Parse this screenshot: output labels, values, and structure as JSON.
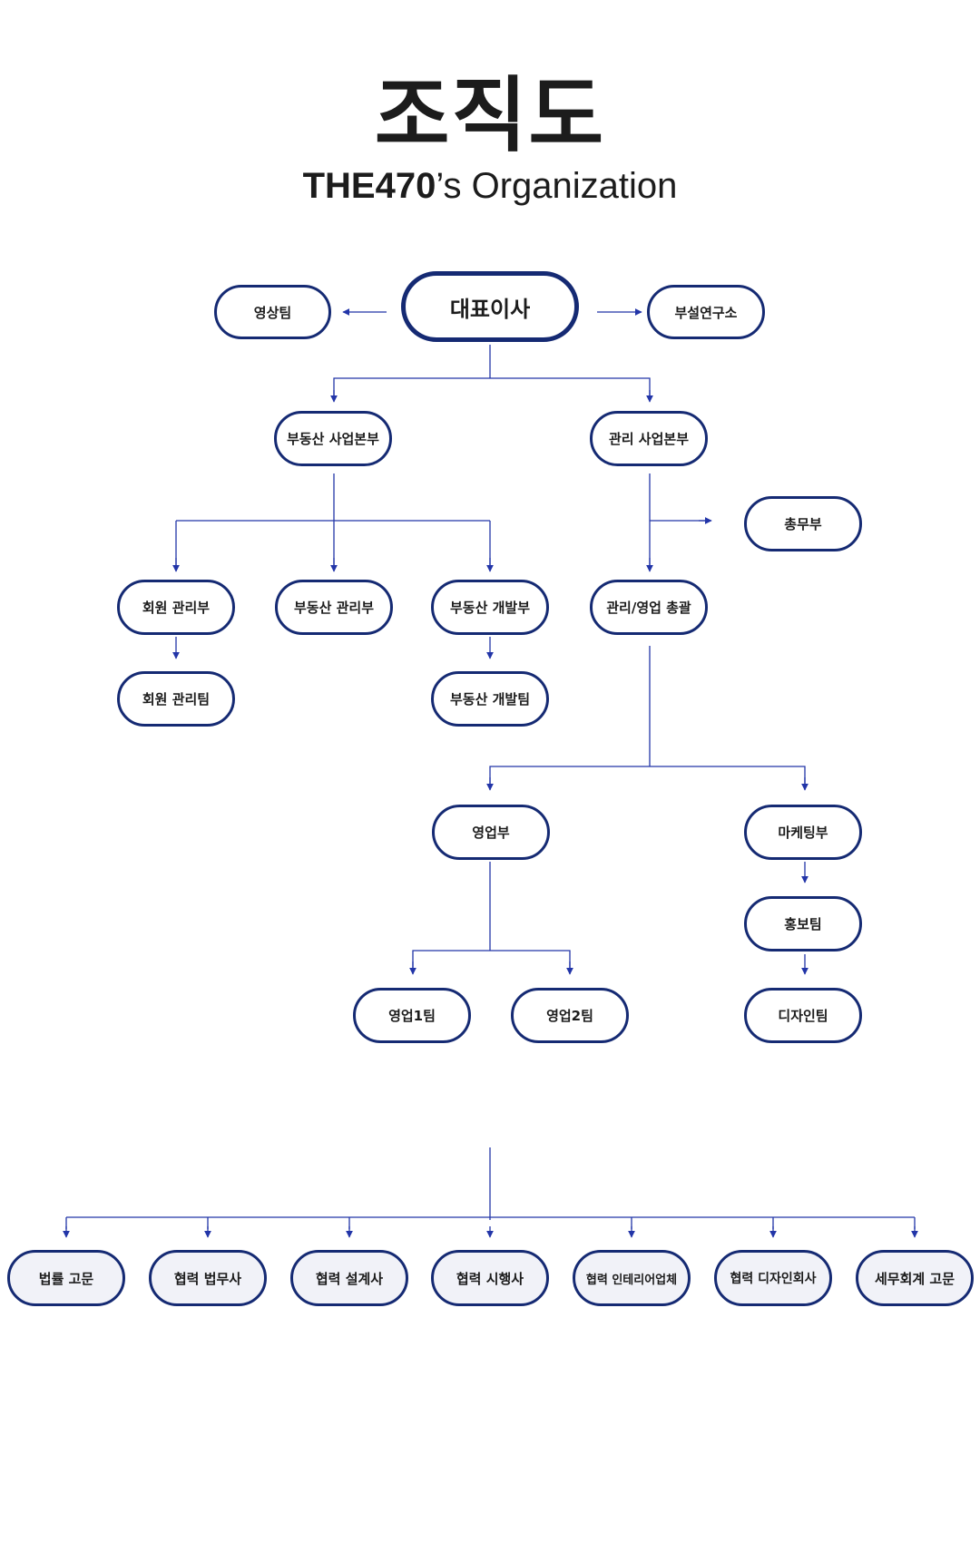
{
  "header": {
    "title": "조직도",
    "subtitle_brand": "THE470",
    "subtitle_rest": "’s Organization"
  },
  "colors": {
    "node_border": "#152a73",
    "connector": "#2235a8",
    "partner_fill": "#f1f2f8",
    "text": "#1c1c1c"
  },
  "nodes": {
    "ceo": "대표이사",
    "video_team": "영상팀",
    "research_lab": "부설연구소",
    "realestate_division": "부동산 사업본부",
    "management_division": "관리 사업본부",
    "general_affairs": "총무부",
    "member_mgmt_dept": "회원 관리부",
    "realestate_mgmt_dept": "부동산 관리부",
    "realestate_dev_dept": "부동산 개발부",
    "mgmt_sales_general": "관리/영업 총괄",
    "member_mgmt_team": "회원 관리팀",
    "realestate_dev_team": "부동산 개발팀",
    "sales_dept": "영업부",
    "marketing_dept": "마케팅부",
    "pr_team": "홍보팀",
    "sales_team_1": "영업1팀",
    "sales_team_2": "영업2팀",
    "design_team": "디자인팀"
  },
  "partners": [
    "법률 고문",
    "협력 법무사",
    "협력 설계사",
    "협력 시행사",
    "협력 인테리어업체",
    "협력 디자인회사",
    "세무회계 고문"
  ]
}
